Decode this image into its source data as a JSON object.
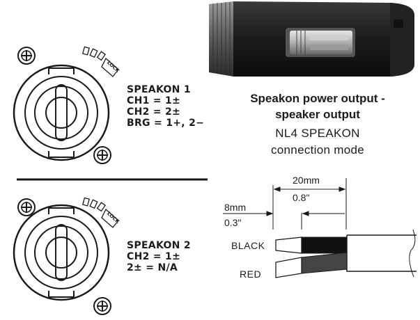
{
  "speakon1": {
    "title": "SPEAKON 1",
    "lines": [
      "CH1 = 1±",
      "CH2 = 2±",
      "BRG = 1+, 2−"
    ],
    "lock_text": "LOCK"
  },
  "speakon2": {
    "title": "SPEAKON 2",
    "lines": [
      "CH2 = 1±",
      "2± = N/A"
    ],
    "lock_text": "LOCK"
  },
  "caption": {
    "line1": "Speakon power output -",
    "line2": "speaker output",
    "line3": "NL4 SPEAKON",
    "line4": "connection mode"
  },
  "cable": {
    "dim_outer_mm": "20mm",
    "dim_outer_in": "0.8\"",
    "dim_inner_mm": "8mm",
    "dim_inner_in": "0.3\"",
    "wire_black": "BLACK",
    "wire_red": "RED"
  }
}
